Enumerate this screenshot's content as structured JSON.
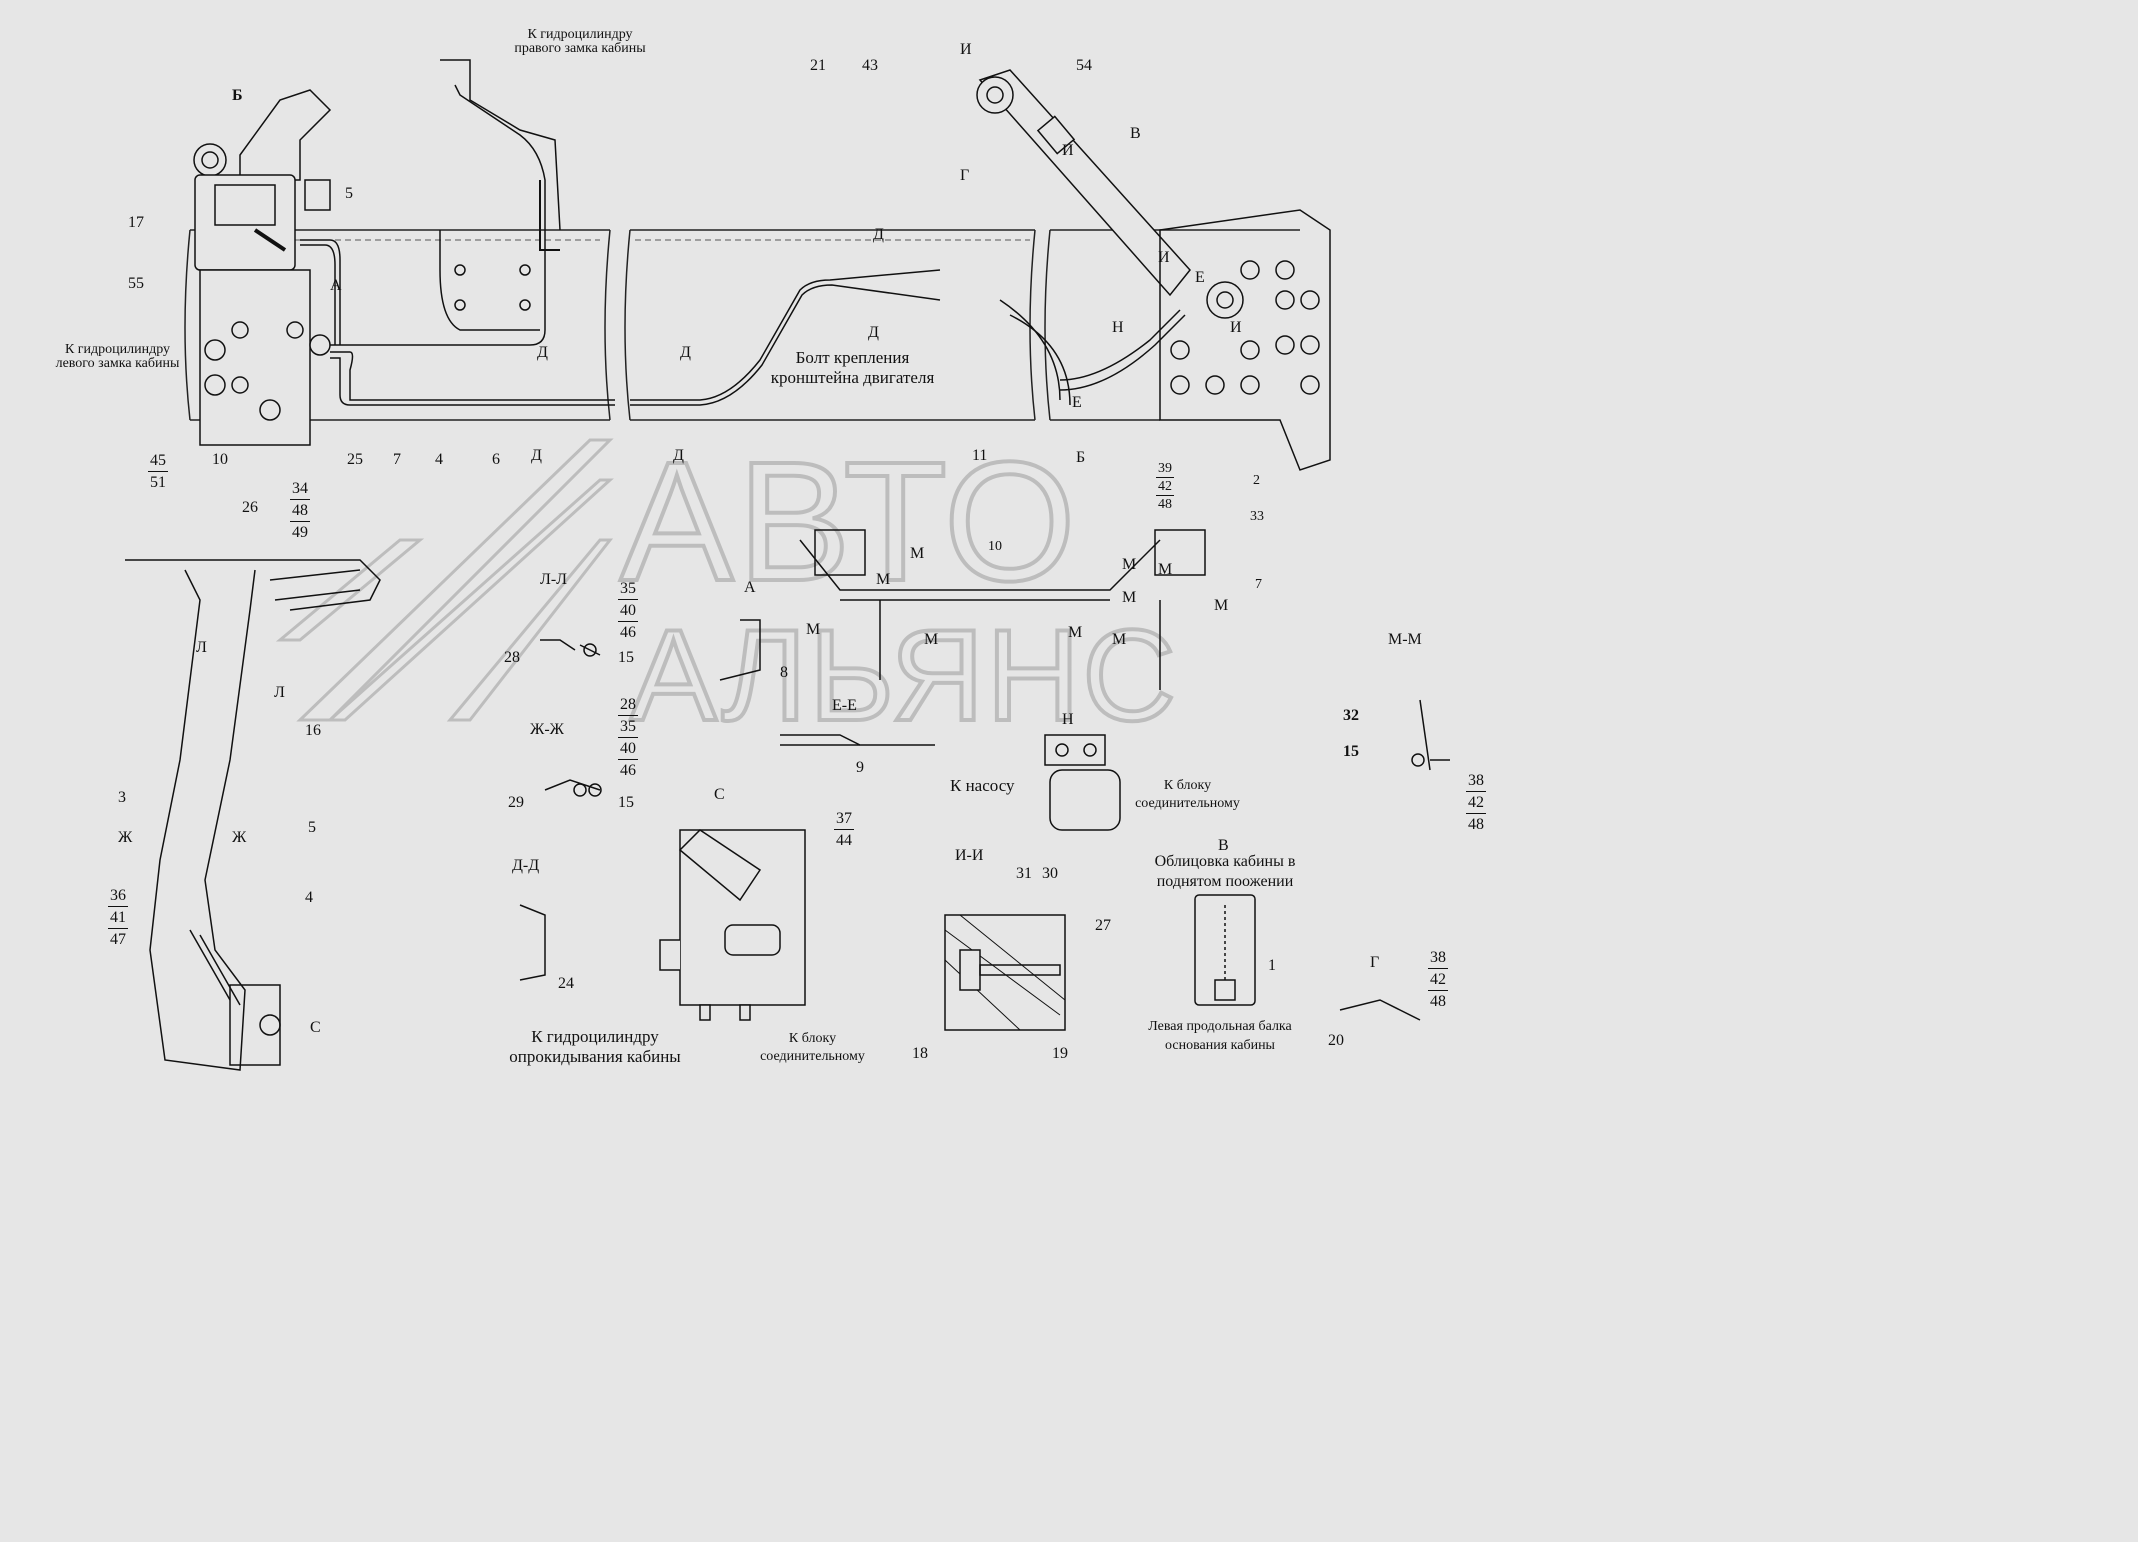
{
  "watermark": {
    "line1": "АВТО",
    "line2": "АЛЬЯНС"
  },
  "labels": {
    "n17": "17",
    "n55": "55",
    "n5a": "5",
    "nA": "А",
    "nB": "Б",
    "left_lock_l1": "К гидроцилиндру",
    "left_lock_l2": "левого замка кабины",
    "right_lock_l1": "К гидроцилиндру",
    "right_lock_l2": "правого замка кабины",
    "n45": "45",
    "n51": "51",
    "n10a": "10",
    "n25": "25",
    "n7a": "7",
    "n4a": "4",
    "n6": "6",
    "nD1": "Д",
    "nD2": "Д",
    "nD3": "Д",
    "nD4": "Д",
    "nD5": "Д",
    "nD6": "Д",
    "n21": "21",
    "n43": "43",
    "bolt_l1": "Болт крепления",
    "bolt_l2": "кронштейна двигателя",
    "nI1": "И",
    "nI2": "И",
    "nI3": "И",
    "nI4": "И",
    "n54": "54",
    "nV": "В",
    "nG": "Г",
    "nE1": "Е",
    "nE2": "Е",
    "nN": "Н",
    "n11": "11",
    "nB2": "Б",
    "n26": "26",
    "n34": "34",
    "n48a": "48",
    "n49": "49",
    "n3": "3",
    "n16": "16",
    "nL1": "Л",
    "nL2": "Л",
    "nZh1": "Ж",
    "nZh2": "Ж",
    "n36": "36",
    "n41": "41",
    "n47": "47",
    "n5b": "5",
    "n4b": "4",
    "nC": "С",
    "sec_LL": "Л-Л",
    "n35a": "35",
    "n40a": "40",
    "n46a": "46",
    "n28a": "28",
    "n15a": "15",
    "sec_A": "А",
    "n8": "8",
    "sec_ZhZh": "Ж-Ж",
    "n28b": "28",
    "n35b": "35",
    "n40b": "40",
    "n46b": "46",
    "n29": "29",
    "n15b": "15",
    "sec_EE": "Е-Е",
    "n9": "9",
    "sec_C": "С",
    "n37": "37",
    "n44": "44",
    "tilt_l1": "К гидроцилиндру",
    "tilt_l2": "опрокидывания кабины",
    "conn_l1": "К блоку",
    "conn_l2": "соединительному",
    "sec_DD": "Д-Д",
    "n24": "24",
    "sec_II": "И-И",
    "n31": "31",
    "n30": "30",
    "n27": "27",
    "n18": "18",
    "n19": "19",
    "sec_V": "В",
    "cab_l1": "Облицовка кабины в",
    "cab_l2": "поднятом поожении",
    "n1": "1",
    "beam_l1": "Левая продольная балка",
    "beam_l2": "основания кабины",
    "sec_N": "Н",
    "pump": "К насосу",
    "conn2_l1": "К блоку",
    "conn2_l2": "соединительному",
    "sec_MM": "М-М",
    "n32": "32",
    "n15c": "15",
    "n38a": "38",
    "n42a": "42",
    "n48b": "48",
    "sec_G": "Г",
    "n38b": "38",
    "n42b": "42",
    "n48c": "48",
    "n20": "20",
    "n39": "39",
    "n42c": "42",
    "n48d": "48",
    "n2": "2",
    "n33": "33",
    "n7b": "7",
    "n10b": "10",
    "nM1": "М",
    "nM2": "М",
    "nM3": "М",
    "nM4": "М",
    "nM5": "М",
    "nM6": "М",
    "nM7": "М",
    "nM8": "М",
    "nM9": "М",
    "nM10": "М"
  }
}
